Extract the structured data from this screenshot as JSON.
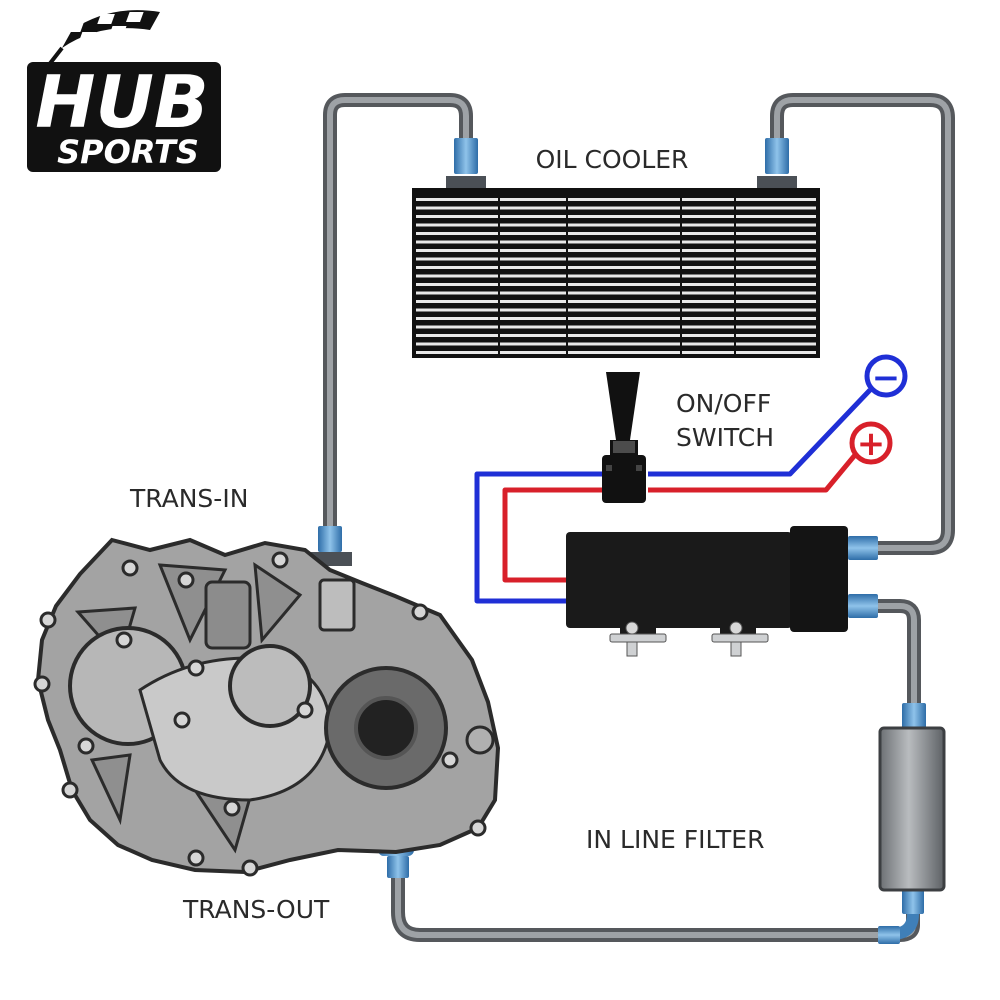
{
  "logo": {
    "line1": "HUB",
    "line2": "SPORTS"
  },
  "labels": {
    "oil_cooler": "OIL COOLER",
    "switch_line1": "ON/OFF",
    "switch_line2": "SWITCH",
    "trans_in": "TRANS-IN",
    "trans_out": "TRANS-OUT",
    "inline_filter": "IN LINE FILTER"
  },
  "terminals": {
    "negative": "−",
    "positive": "+"
  },
  "colors": {
    "hose": "#55585c",
    "hose_core": "#9ea2a6",
    "fitting": "#3f7fb8",
    "negative_wire": "#1f2fd6",
    "positive_wire": "#d8202a",
    "housing": "#9a9a9a",
    "logo_bg": "#111111"
  }
}
